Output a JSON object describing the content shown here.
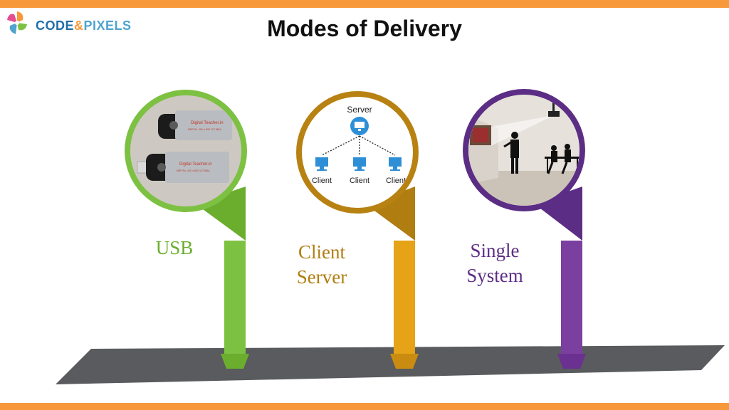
{
  "header": {
    "title": "Modes of Delivery",
    "logo": {
      "part1": "CODE",
      "part2": "&",
      "part3": "PIXELS"
    }
  },
  "modes": [
    {
      "label_lines": [
        "USB"
      ],
      "color": "#7DC142",
      "dark": "#6BAE2E",
      "image": "usb-drives-photo"
    },
    {
      "label_lines": [
        "Client",
        "Server"
      ],
      "color": "#E6A317",
      "dark": "#B07D10",
      "image": "client-server-network"
    },
    {
      "label_lines": [
        "Single",
        "System"
      ],
      "color": "#7B3FA0",
      "dark": "#5C2D85",
      "image": "classroom-projector-scene"
    }
  ],
  "network": {
    "server_label": "Server",
    "client_labels": [
      "Client",
      "Client",
      "Client"
    ]
  },
  "usb": {
    "brand_text": "Digital Teacher.in",
    "number_text": "MRP Rs. 400 •• 800 127 8844"
  }
}
